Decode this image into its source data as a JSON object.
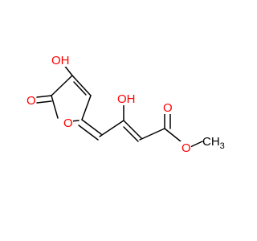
{
  "molecule": {
    "atom_color": "#ff0000",
    "bond_color": "#000000",
    "background": "#ffffff",
    "labels": {
      "ring_hydroxyl": "OH",
      "ring_carbonyl_oxygen": "O",
      "ring_oxygen": "O",
      "chain_hydroxyl": "OH",
      "ester_carbonyl_oxygen": "O",
      "ester_oxygen": "O",
      "methyl": "CH",
      "methyl_subscript": "3"
    }
  }
}
